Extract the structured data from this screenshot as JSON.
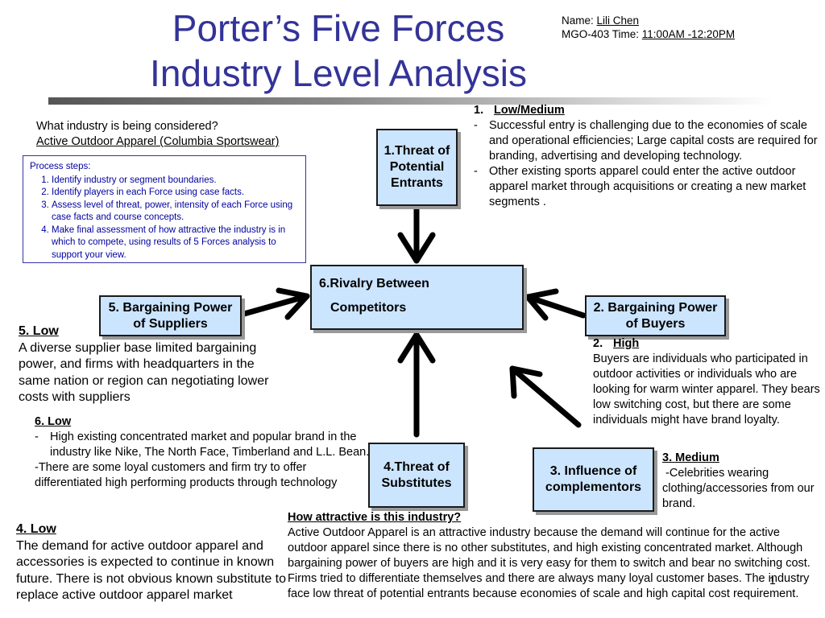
{
  "title": {
    "line1": "Porter’s Five Forces",
    "line2": "Industry Level Analysis"
  },
  "header": {
    "name_label": "Name:",
    "name_value": "Lili Chen",
    "course_label": "MGO-403 Time:",
    "course_time": "11:00AM -12:20PM"
  },
  "industry": {
    "question": "What industry is being considered?",
    "answer": "Active Outdoor Apparel (Columbia Sportswear)"
  },
  "process": {
    "heading": "Process steps:",
    "steps": [
      "Identify industry or segment boundaries.",
      "Identify players in each Force using case facts.",
      "Assess level of threat, power, intensity of each Force using case facts and course concepts.",
      "Make final assessment of how attractive the industry is in which to compete, using results of 5 Forces analysis to support your view."
    ]
  },
  "boxes": {
    "entrants": "1.Threat of Potential Entrants",
    "rivalry_line1": "6.Rivalry Between",
    "rivalry_line2": "Competitors",
    "suppliers": "5. Bargaining Power of Suppliers",
    "buyers": "2. Bargaining Power of Buyers",
    "substitutes": "4.Threat of Substitutes",
    "complementors": "3. Influence of complementors"
  },
  "force1": {
    "number": "1.",
    "rating": "Low/Medium",
    "bullets": [
      "Successful entry is challenging due to the economies of scale and operational efficiencies; Large capital costs are required for branding, advertising and developing technology.",
      "Other existing sports apparel could enter the active outdoor apparel market through acquisitions or creating a  new market segments ."
    ]
  },
  "force2": {
    "number": "2.",
    "rating": "High",
    "text": "Buyers are individuals who participated in outdoor activities or individuals who are looking for warm winter apparel. They bears low switching cost, but there are some individuals might have brand loyalty."
  },
  "force3": {
    "rating": "3. Medium",
    "text": " -Celebrities wearing clothing/accessories from our brand."
  },
  "force5": {
    "rating": "5. Low",
    "text": "A diverse supplier base limited bargaining power, and firms with headquarters in the same nation or region can negotiating lower costs with suppliers"
  },
  "force6": {
    "rating": "6. Low",
    "bullet": "High existing concentrated market and popular brand in the industry like Nike, The North Face, Timberland and L.L. Bean.",
    "extra": "-There are some loyal customers and firm try to offer differentiated high performing products through technology"
  },
  "force4": {
    "rating": "4. Low",
    "text": "The demand for active outdoor apparel and accessories is expected to continue in known future. There is not obvious known substitute to replace active outdoor apparel market"
  },
  "attractive": {
    "question": "How attractive is this industry?",
    "text": "Active Outdoor Apparel is an attractive industry because the demand will continue for the active outdoor apparel since there is no other substitutes, and high existing concentrated market. Although bargaining power of buyers are high and it is very easy for them to switch and bear no switching cost. Firms tried to differentiate themselves and there are always many loyal customer bases. The industry face low threat of potential entrants because economies of scale and high capital cost requirement."
  },
  "page_number": "1",
  "colors": {
    "title": "#333399",
    "box_fill": "#cce5ff",
    "process_text": "#0000a0"
  }
}
